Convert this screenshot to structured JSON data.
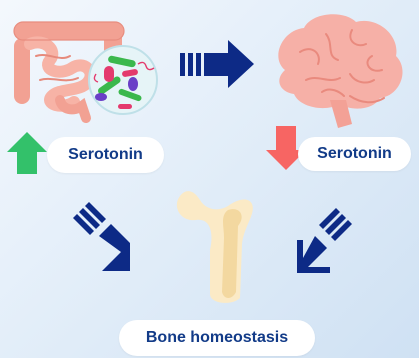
{
  "labels": {
    "serotonin_gut": "Serotonin",
    "serotonin_brain": "Serotonin",
    "bone_homeostasis": "Bone homeostasis"
  },
  "icons": {
    "gut": "intestine-icon",
    "microbes": "bacteria-icon",
    "brain": "brain-icon",
    "bone": "bone-icon",
    "gut_to_brain": "arrow-right-icon",
    "serotonin_gut_change": "arrow-up-icon",
    "serotonin_brain_change": "arrow-down-icon",
    "gut_to_bone": "arrow-diagonal-icon",
    "brain_to_bone": "arrow-diagonal-icon"
  },
  "colors": {
    "navy": "#0d2a86",
    "up_arrow": "#33c16a",
    "down_arrow": "#f76563",
    "text": "#123b88",
    "intestine": "#f4a89c",
    "brain": "#f6b0a7",
    "bone": "#fbeac6"
  }
}
